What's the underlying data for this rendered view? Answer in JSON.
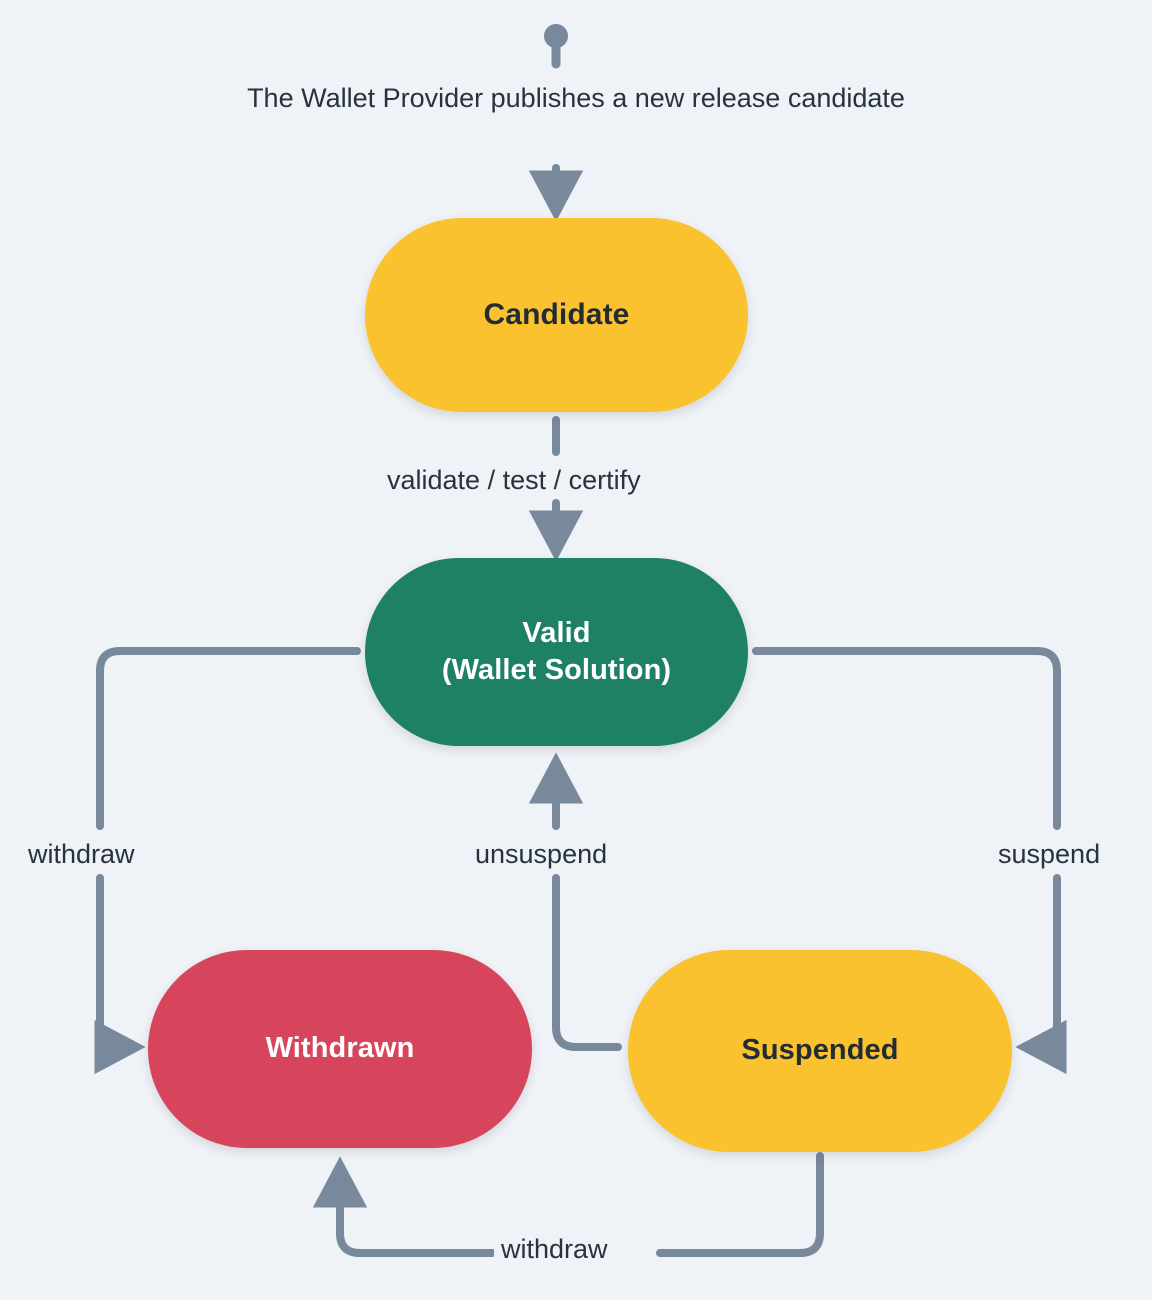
{
  "diagram": {
    "title": "Wallet Solution lifecycle state diagram",
    "background_color": "#eff2f6",
    "edge_color": "#78899c",
    "text_color": "#27333f"
  },
  "nodes": [
    {
      "id": "start",
      "type": "start-node",
      "label": "",
      "color": "#78899c"
    },
    {
      "id": "candidate",
      "type": "state",
      "label": "Candidate",
      "fill": "#f9c22e",
      "text_color": "#232c33"
    },
    {
      "id": "valid",
      "type": "state",
      "label": "Valid\n(Wallet Solution)",
      "fill": "#1e8065",
      "text_color": "#ffffff"
    },
    {
      "id": "withdrawn",
      "type": "state",
      "label": "Withdrawn",
      "fill": "#d6455b",
      "text_color": "#ffffff"
    },
    {
      "id": "suspended",
      "type": "state",
      "label": "Suspended",
      "fill": "#f9c22e",
      "text_color": "#232c33"
    }
  ],
  "edges": [
    {
      "id": "start-to-candidate",
      "from": "start",
      "to": "candidate",
      "label": "The Wallet Provider\npublishes a new release candidate"
    },
    {
      "id": "candidate-to-valid",
      "from": "candidate",
      "to": "valid",
      "label": "validate / test / certify"
    },
    {
      "id": "valid-to-withdrawn",
      "from": "valid",
      "to": "withdrawn",
      "label": "withdraw"
    },
    {
      "id": "valid-to-suspended",
      "from": "valid",
      "to": "suspended",
      "label": "suspend"
    },
    {
      "id": "suspended-to-valid",
      "from": "suspended",
      "to": "valid",
      "label": "unsuspend"
    },
    {
      "id": "suspended-to-withdrawn",
      "from": "suspended",
      "to": "withdrawn",
      "label": "withdraw"
    }
  ]
}
